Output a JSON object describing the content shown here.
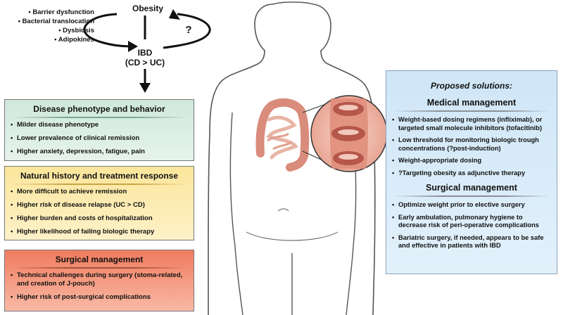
{
  "cycle": {
    "top_label": "Obesity",
    "bottom_label": "IBD",
    "bottom_sublabel": "(CD > UC)",
    "question_mark": "?",
    "factors": [
      "• Barrier dysfunction",
      "• Bacterial translocation",
      "• Dysbiosis",
      "• Adipokines"
    ]
  },
  "left_boxes": [
    {
      "title": "Disease phenotype and behavior",
      "color": "#d4ebe1",
      "items": [
        "Milder disease phenotype",
        "Lower prevalence of clinical remission",
        "Higher anxiety, depression, fatigue, pain"
      ]
    },
    {
      "title": "Natural history and treatment response",
      "color": "#fbe7a6",
      "items": [
        "More difficult to achieve remission",
        "Higher risk of disease relapse (UC > CD)",
        "Higher burden and costs of hospitalization",
        "Higher likelihood of failing biologic therapy"
      ]
    },
    {
      "title": "Surgical management",
      "color": "#f28c6f",
      "items": [
        "Technical challenges during surgery (stoma-related, and creation of J-pouch)",
        "Higher risk of post-surgical complications"
      ]
    }
  ],
  "right_box": {
    "heading": "Proposed solutions:",
    "sections": [
      {
        "title": "Medical management",
        "items": [
          "Weight-based dosing regimens (infliximab), or targeted small molecule inhibitors (tofacitinib)",
          "Low threshold for monitoring biologic trough concentrations (?post-induction)",
          "Weight-appropriate dosing",
          "?Targeting obesity as adjunctive therapy"
        ]
      },
      {
        "title": "Surgical management",
        "items": [
          "Optimize weight prior to elective surgery",
          "Early ambulation, pulmonary hygiene to decrease risk of peri-operative complications",
          "Bariatric surgery, if needed, appears to be safe and effective in patients with IBD"
        ]
      }
    ]
  }
}
